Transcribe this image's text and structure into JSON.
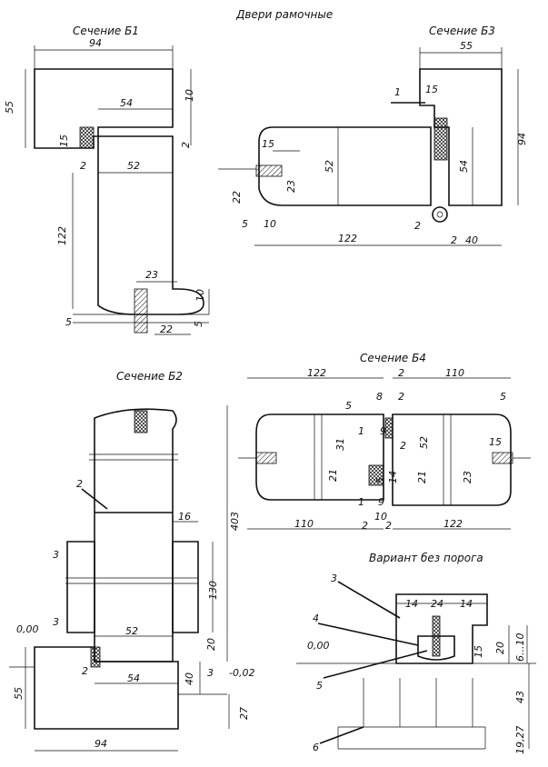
{
  "title": "Двери рамочные",
  "sections": {
    "b1": {
      "title": "Сечение Б1",
      "dims": [
        "94",
        "55",
        "54",
        "10",
        "15",
        "2",
        "2",
        "52",
        "122",
        "23",
        "10",
        "5",
        "22",
        "5"
      ]
    },
    "b3": {
      "title": "Сечение Б3",
      "dims": [
        "55",
        "15",
        "1",
        "94",
        "15",
        "52",
        "54",
        "22",
        "23",
        "5",
        "10",
        "122",
        "2",
        "2",
        "40"
      ]
    },
    "b2": {
      "title": "Сечение Б2",
      "dims": [
        "2",
        "16",
        "403",
        "3",
        "130",
        "3",
        "52",
        "20",
        "0,00",
        "55",
        "2",
        "54",
        "40",
        "3",
        "-0,02",
        "27",
        "94"
      ]
    },
    "b4": {
      "title": "Сечение Б4",
      "dims": [
        "122",
        "2",
        "110",
        "5",
        "8",
        "2",
        "5",
        "1",
        "9",
        "31",
        "2",
        "52",
        "15",
        "21",
        "5",
        "14",
        "21",
        "23",
        "1",
        "9",
        "10",
        "2",
        "110",
        "2",
        "122"
      ]
    },
    "variant": {
      "title": "Вариант без порога",
      "dims": [
        "3",
        "14",
        "24",
        "14",
        "4",
        "0,00",
        "15",
        "20",
        "6...10",
        "5",
        "43",
        "6",
        "19,27"
      ]
    }
  }
}
